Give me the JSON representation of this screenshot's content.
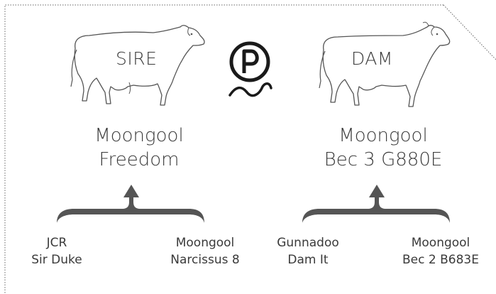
{
  "sire": {
    "label": "SIRE",
    "name_line1": "Moongool",
    "name_line2": "Freedom",
    "parents": [
      {
        "line1": "JCR",
        "line2": "Sir Duke"
      },
      {
        "line1": "Moongool",
        "line2": "Narcissus 8"
      }
    ]
  },
  "dam": {
    "label": "DAM",
    "name_line1": "Moongool",
    "name_line2": "Bec 3 G880E",
    "parents": [
      {
        "line1": "Gunnadoo",
        "line2": "Dam It"
      },
      {
        "line1": "Moongool",
        "line2": "Bec 2 B683E"
      }
    ]
  },
  "poll_icon": {
    "letter": "P",
    "icon": "polled-symbol-icon"
  },
  "colors": {
    "outline": "#555555",
    "text": "#3a3a3a",
    "brace": "#555555",
    "border": "#555555"
  }
}
